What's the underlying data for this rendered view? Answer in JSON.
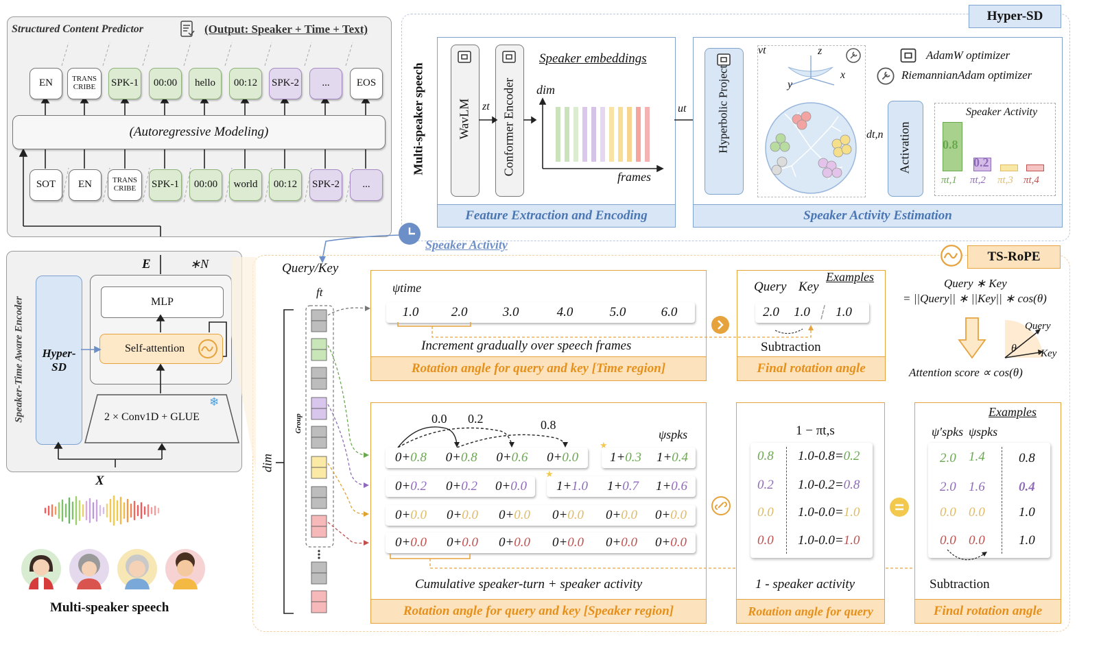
{
  "predictor": {
    "title": "Structured Content Predictor",
    "output_label": "(Output: Speaker + Time + Text)",
    "output_tokens": [
      "EN",
      "TRANS CRIBE",
      "SPK-1",
      "00:00",
      "hello",
      "00:12",
      "SPK-2",
      "...",
      "EOS"
    ],
    "input_tokens": [
      "SOT",
      "EN",
      "TRANS CRIBE",
      "SPK-1",
      "00:00",
      "world",
      "00:12",
      "SPK-2",
      "..."
    ],
    "autoregressive": "(Autoregressive Modeling)"
  },
  "encoder": {
    "side_label": "Speaker-Time Aware Encoder",
    "hypersd": "Hyper-SD",
    "mlp": "MLP",
    "self_attention": "Self-attention",
    "conv": "2 × Conv1D + GLUE",
    "E": "E",
    "N": "∗N",
    "X": "X",
    "speech_label": "Multi-speaker speech"
  },
  "hypersd": {
    "tag": "Hyper-SD",
    "input_label": "Multi-speaker speech",
    "wavlm": "WavLM",
    "conformer": "Conformer Encoder",
    "zt": "zt",
    "ut": "ut",
    "speaker_embeddings": "Speaker embeddings",
    "dim": "dim",
    "frames": "frames",
    "feature_caption": "Feature Extraction and Encoding",
    "hyperbolic": "Hyperbolic Project",
    "vt": "vt",
    "axis_z": "z",
    "axis_y": "y",
    "axis_x": "x",
    "optim1": "AdamW optimizer",
    "optim2": "RiemannianAdam optimizer",
    "dtn": "dt,n",
    "activation": "Activation",
    "activity_title": "Speaker Activity",
    "activity_values": [
      "0.8",
      "0.2"
    ],
    "pi_labels": [
      "πt,1",
      "πt,2",
      "πt,3",
      "πt,4"
    ],
    "estimation_caption": "Speaker Activity Estimation"
  },
  "tsrope": {
    "tag": "TS-RoPE",
    "speaker_activity_link": "Speaker Activity",
    "query_key": "Query/Key",
    "ft": "ft",
    "dim": "dim",
    "group": "Group",
    "time_region": {
      "psi": "ψtime",
      "values": [
        "1.0",
        "2.0",
        "3.0",
        "4.0",
        "5.0",
        "6.0"
      ],
      "note": "Increment gradually over speech frames",
      "caption": "Rotation angle for query and key  [Time region]"
    },
    "examples_time": {
      "title": "Examples",
      "query": "Query",
      "key": "Key",
      "values": [
        "2.0",
        "1.0",
        "1.0"
      ],
      "note": "Subtraction",
      "caption": "Final rotation angle"
    },
    "formula": {
      "line1": "Query ∗ Key",
      "line2": "= ||Query|| ∗ ||Key|| ∗ cos(θ)",
      "query": "Query",
      "key": "Key",
      "theta": "θ",
      "score": "Attention score ∝ cos(θ)"
    },
    "speaker_region": {
      "arc_labels": [
        "0.0",
        "0.2",
        "0.8"
      ],
      "psi": "ψspks",
      "rows": [
        [
          [
            "0+",
            "0.8"
          ],
          [
            "0+",
            "0.8"
          ],
          [
            "0+",
            "0.6"
          ],
          [
            "0+",
            "0.0"
          ],
          [
            "1+",
            "0.3"
          ],
          [
            "1+",
            "0.4"
          ]
        ],
        [
          [
            "0+",
            "0.2"
          ],
          [
            "0+",
            "0.2"
          ],
          [
            "0+",
            "0.0"
          ],
          [
            "1+",
            "1.0"
          ],
          [
            "1+",
            "0.7"
          ],
          [
            "1+",
            "0.6"
          ]
        ],
        [
          [
            "0+",
            "0.0"
          ],
          [
            "0+",
            "0.0"
          ],
          [
            "0+",
            "0.0"
          ],
          [
            "0+",
            "0.0"
          ],
          [
            "0+",
            "0.0"
          ],
          [
            "0+",
            "0.0"
          ]
        ],
        [
          [
            "0+",
            "0.0"
          ],
          [
            "0+",
            "0.0"
          ],
          [
            "0+",
            "0.0"
          ],
          [
            "0+",
            "0.0"
          ],
          [
            "0+",
            "0.0"
          ],
          [
            "0+",
            "0.0"
          ]
        ]
      ],
      "note": "Cumulative speaker-turn + speaker activity",
      "caption": "Rotation angle for query and key [Speaker  region]"
    },
    "query_rotation": {
      "title": "1 − πt,s",
      "left": [
        "0.8",
        "0.2",
        "0.0",
        "0.0"
      ],
      "right_prefix": [
        "1.0-0.8=",
        "1.0-0.2=",
        "1.0-0.0=",
        "1.0-0.0="
      ],
      "right_value": [
        "0.2",
        "0.8",
        "1.0",
        "1.0"
      ],
      "note": "1 - speaker activity",
      "caption": "Rotation angle for query"
    },
    "examples_speaker": {
      "title": "Examples",
      "col1": "ψ′spks",
      "col2": "ψspks",
      "rows": [
        [
          "2.0",
          "1.4",
          "0.8"
        ],
        [
          "2.0",
          "1.6",
          "0.4"
        ],
        [
          "0.0",
          "0.0",
          "1.0"
        ],
        [
          "0.0",
          "0.0",
          "1.0"
        ]
      ],
      "note": "Subtraction",
      "caption": "Final rotation angle"
    }
  }
}
